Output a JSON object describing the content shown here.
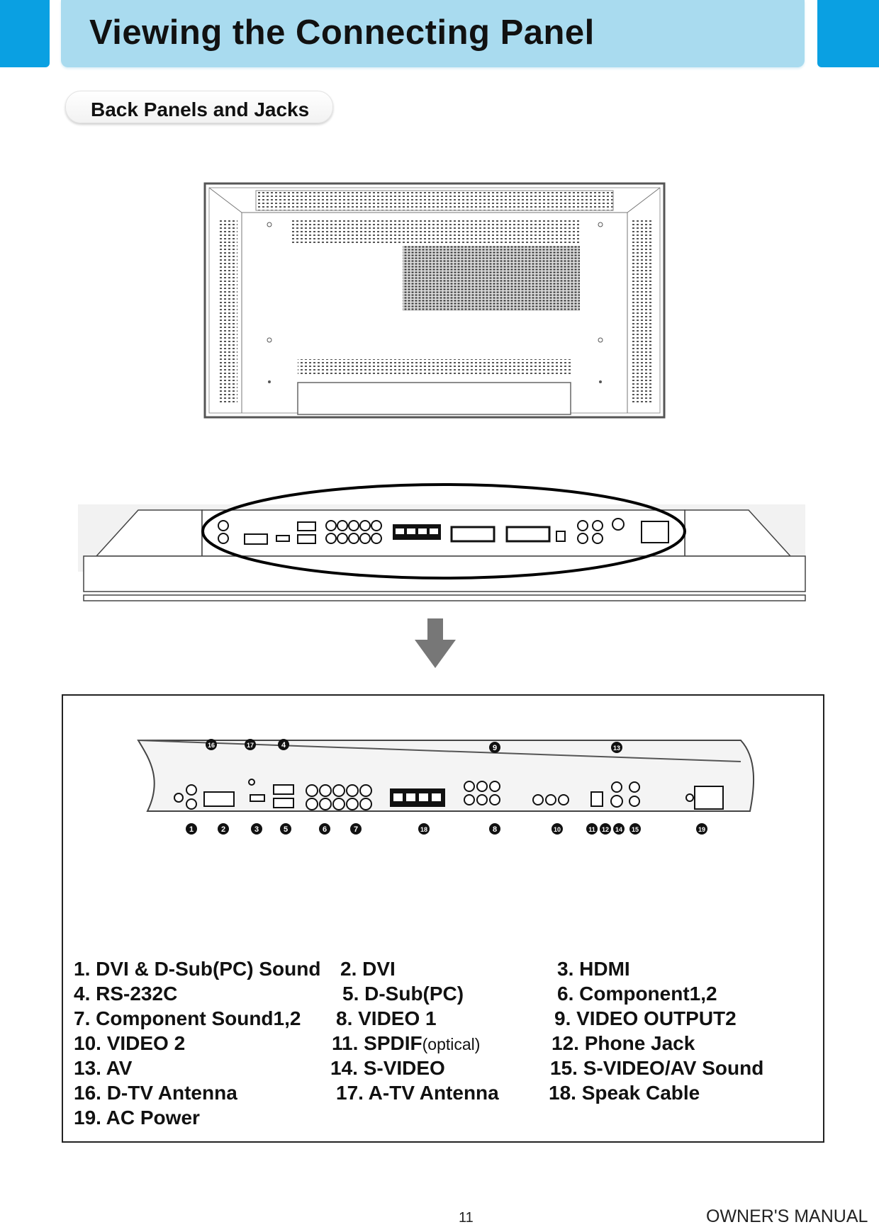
{
  "header": {
    "title": "Viewing the Connecting Panel"
  },
  "section": {
    "title": "Back Panels and Jacks"
  },
  "legend": {
    "items": [
      {
        "text": "1. DVI & D-Sub(PC) Sound"
      },
      {
        "text": "2. DVI"
      },
      {
        "text": "3. HDMI"
      },
      {
        "text": "4. RS-232C"
      },
      {
        "text": "5. D-Sub(PC)"
      },
      {
        "text": "6. Component1,2"
      },
      {
        "text": "7. Component Sound1,2"
      },
      {
        "text": "8. VIDEO 1"
      },
      {
        "text": "9. VIDEO OUTPUT2"
      },
      {
        "text": "10. VIDEO 2"
      },
      {
        "text": "11. SPDIF",
        "note": "(optical)"
      },
      {
        "text": "12. Phone Jack"
      },
      {
        "text": "13. AV"
      },
      {
        "text": "14. S-VIDEO"
      },
      {
        "text": "15. S-VIDEO/AV Sound"
      },
      {
        "text": "16. D-TV Antenna"
      },
      {
        "text": "17. A-TV Antenna"
      },
      {
        "text": "18. Speak Cable"
      },
      {
        "text": "19. AC Power"
      }
    ]
  },
  "detail_numbers": {
    "top": [
      "16",
      "17",
      "4",
      "9",
      "13"
    ],
    "bottom": [
      "1",
      "2",
      "3",
      "5",
      "6",
      "7",
      "18",
      "8",
      "10",
      "11",
      "12",
      "14",
      "15",
      "19"
    ]
  },
  "footer": {
    "page_number": "11",
    "manual_label": "OWNER'S MANUAL"
  }
}
